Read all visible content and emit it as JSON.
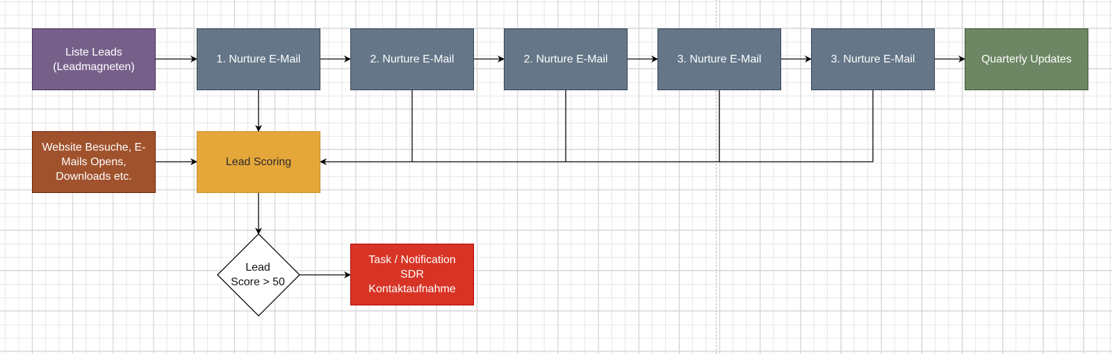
{
  "diagram": {
    "nodes": {
      "liste_leads": {
        "lines": [
          "Liste Leads",
          "(Leadmagneten)"
        ],
        "color": "#76608a"
      },
      "nurture_1": {
        "lines": [
          "1. Nurture E-Mail"
        ],
        "color": "#647687"
      },
      "nurture_2a": {
        "lines": [
          "2. Nurture E-Mail"
        ],
        "color": "#647687"
      },
      "nurture_2b": {
        "lines": [
          "2. Nurture E-Mail"
        ],
        "color": "#647687"
      },
      "nurture_3a": {
        "lines": [
          "3. Nurture E-Mail"
        ],
        "color": "#647687"
      },
      "nurture_3b": {
        "lines": [
          "3. Nurture E-Mail"
        ],
        "color": "#647687"
      },
      "quarterly_updates": {
        "lines": [
          "Quarterly Updates"
        ],
        "color": "#6d8764"
      },
      "website_activity": {
        "lines": [
          "Website Besuche, E-",
          "Mails Opens,",
          "Downloads etc."
        ],
        "color": "#a0522d"
      },
      "lead_scoring": {
        "lines": [
          "Lead Scoring"
        ],
        "color": "#e6a73a"
      },
      "decision": {
        "lines": [
          "Lead",
          "Score > 50"
        ],
        "shape": "rhombus"
      },
      "task_notification": {
        "lines": [
          "Task / Notification",
          "SDR",
          "Kontaktaufnahme"
        ],
        "color": "#d83426"
      }
    },
    "edges": [
      {
        "from": "liste_leads",
        "to": "nurture_1"
      },
      {
        "from": "nurture_1",
        "to": "nurture_2a"
      },
      {
        "from": "nurture_2a",
        "to": "nurture_2b"
      },
      {
        "from": "nurture_2b",
        "to": "nurture_3a"
      },
      {
        "from": "nurture_3a",
        "to": "nurture_3b"
      },
      {
        "from": "nurture_3b",
        "to": "quarterly_updates"
      },
      {
        "from": "nurture_1",
        "to": "lead_scoring"
      },
      {
        "from": "website_activity",
        "to": "lead_scoring"
      },
      {
        "from": "nurture_2a",
        "to": "lead_scoring"
      },
      {
        "from": "nurture_2b",
        "to": "lead_scoring"
      },
      {
        "from": "nurture_3a",
        "to": "lead_scoring"
      },
      {
        "from": "nurture_3b",
        "to": "lead_scoring"
      },
      {
        "from": "lead_scoring",
        "to": "decision"
      },
      {
        "from": "decision",
        "to": "task_notification"
      }
    ]
  }
}
